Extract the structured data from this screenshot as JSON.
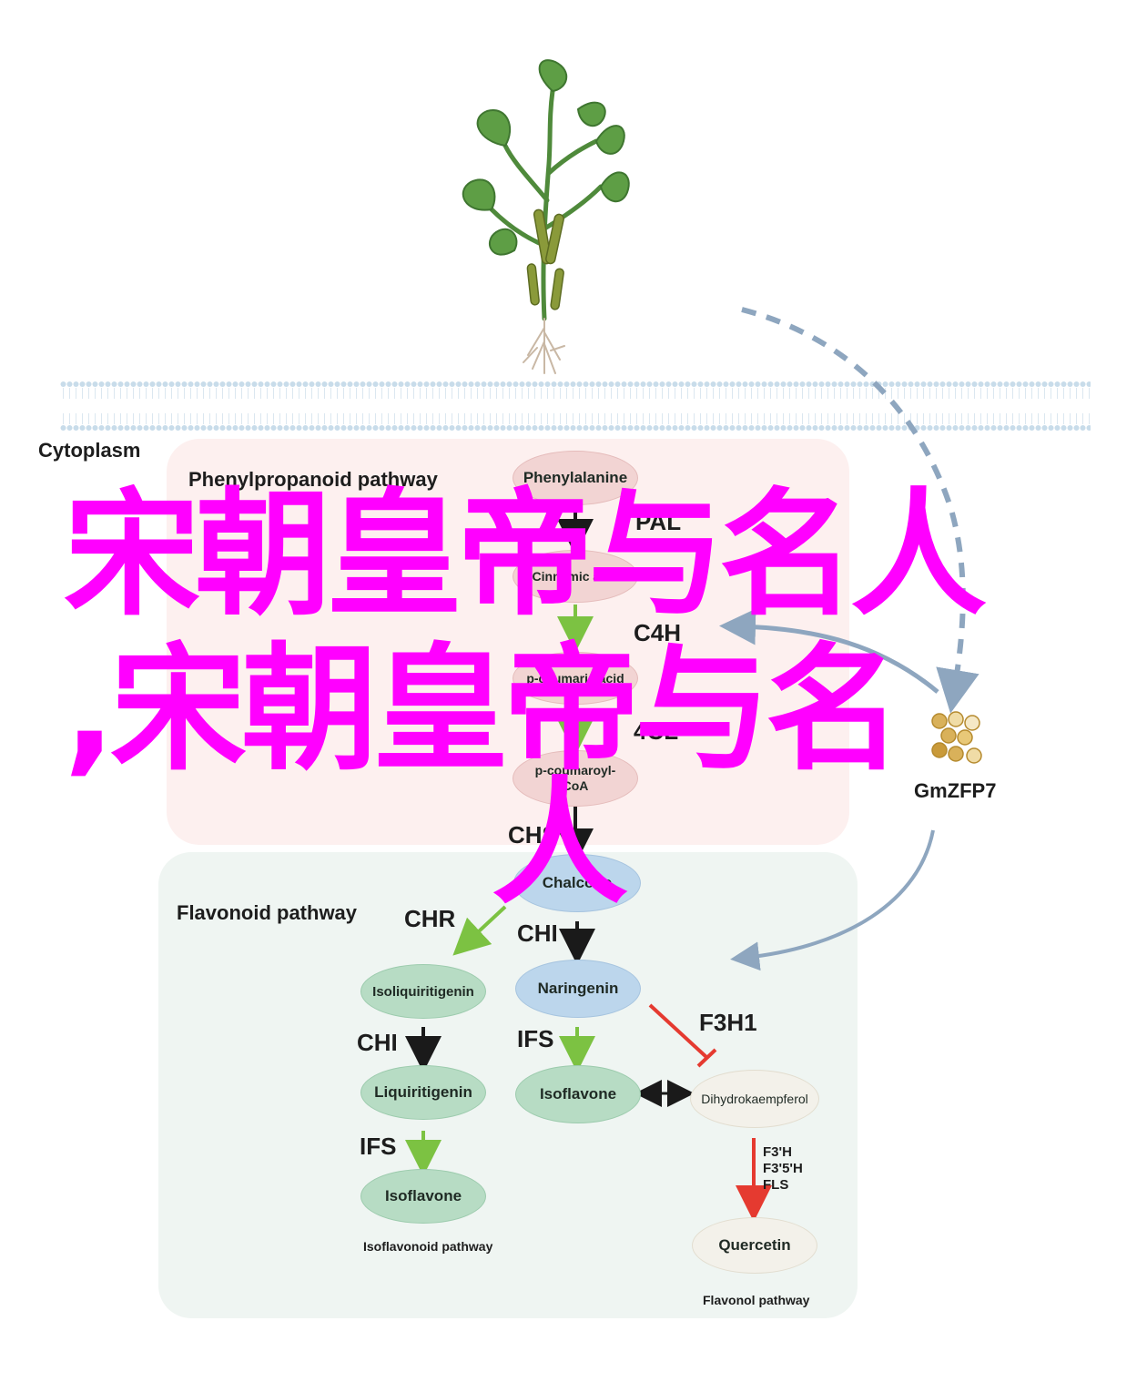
{
  "region": {
    "cytoplasm": "Cytoplasm"
  },
  "phenylpropanoid": {
    "title": "Phenylpropanoid pathway",
    "nodes": {
      "phenylalanine": "Phenylalanine",
      "cinnamic": "Cinnamic acid",
      "coumaric": "p-coumaric acid",
      "coumaroyl_line1": "p-coumaroyl-",
      "coumaroyl_line2": "CoA"
    },
    "enzymes": {
      "pal": "PAL",
      "c4h": "C4H",
      "fourcl": "4CL"
    }
  },
  "regulator": {
    "label": "GmZFP7"
  },
  "flavonoid": {
    "title": "Flavonoid pathway",
    "nodes": {
      "chalcone": "Chalcone",
      "isoliquiritigenin": "Isoliquiritigenin",
      "naringenin": "Naringenin",
      "liquiritigenin": "Liquiritigenin",
      "isoflavone_mid": "Isoflavone",
      "dihydrokaempferol": "Dihydrokaempferol",
      "isoflavone_left": "Isoflavone",
      "quercetin": "Quercetin"
    },
    "enzymes": {
      "chs": "CHS",
      "chr": "CHR",
      "chi_mid": "CHI",
      "chi_left": "CHI",
      "ifs_mid": "IFS",
      "ifs_left": "IFS",
      "f3h1": "F3H1",
      "flavonol_enzymes": [
        "F3'H",
        "F3'5'H",
        "FLS"
      ]
    },
    "captions": {
      "isoflavonoid": "Isoflavonoid pathway",
      "flavonol": "Flavonol pathway"
    }
  },
  "overlay_text": {
    "line1": "宋朝皇帝与名人",
    "line2": ",宋朝皇帝与名",
    "line3": "人"
  },
  "colors": {
    "overlay": "#ff00ff",
    "black_arrow": "#1a1a1a",
    "green_arrow": "#7cc242",
    "red_arrow": "#e53a30",
    "blue_arrow": "#8ea6bf",
    "membrane": "#c8dcea"
  },
  "icons": {
    "plant": "soybean-plant-icon",
    "seeds": "seed-cluster-icon",
    "membrane": "cell-membrane-icon"
  }
}
